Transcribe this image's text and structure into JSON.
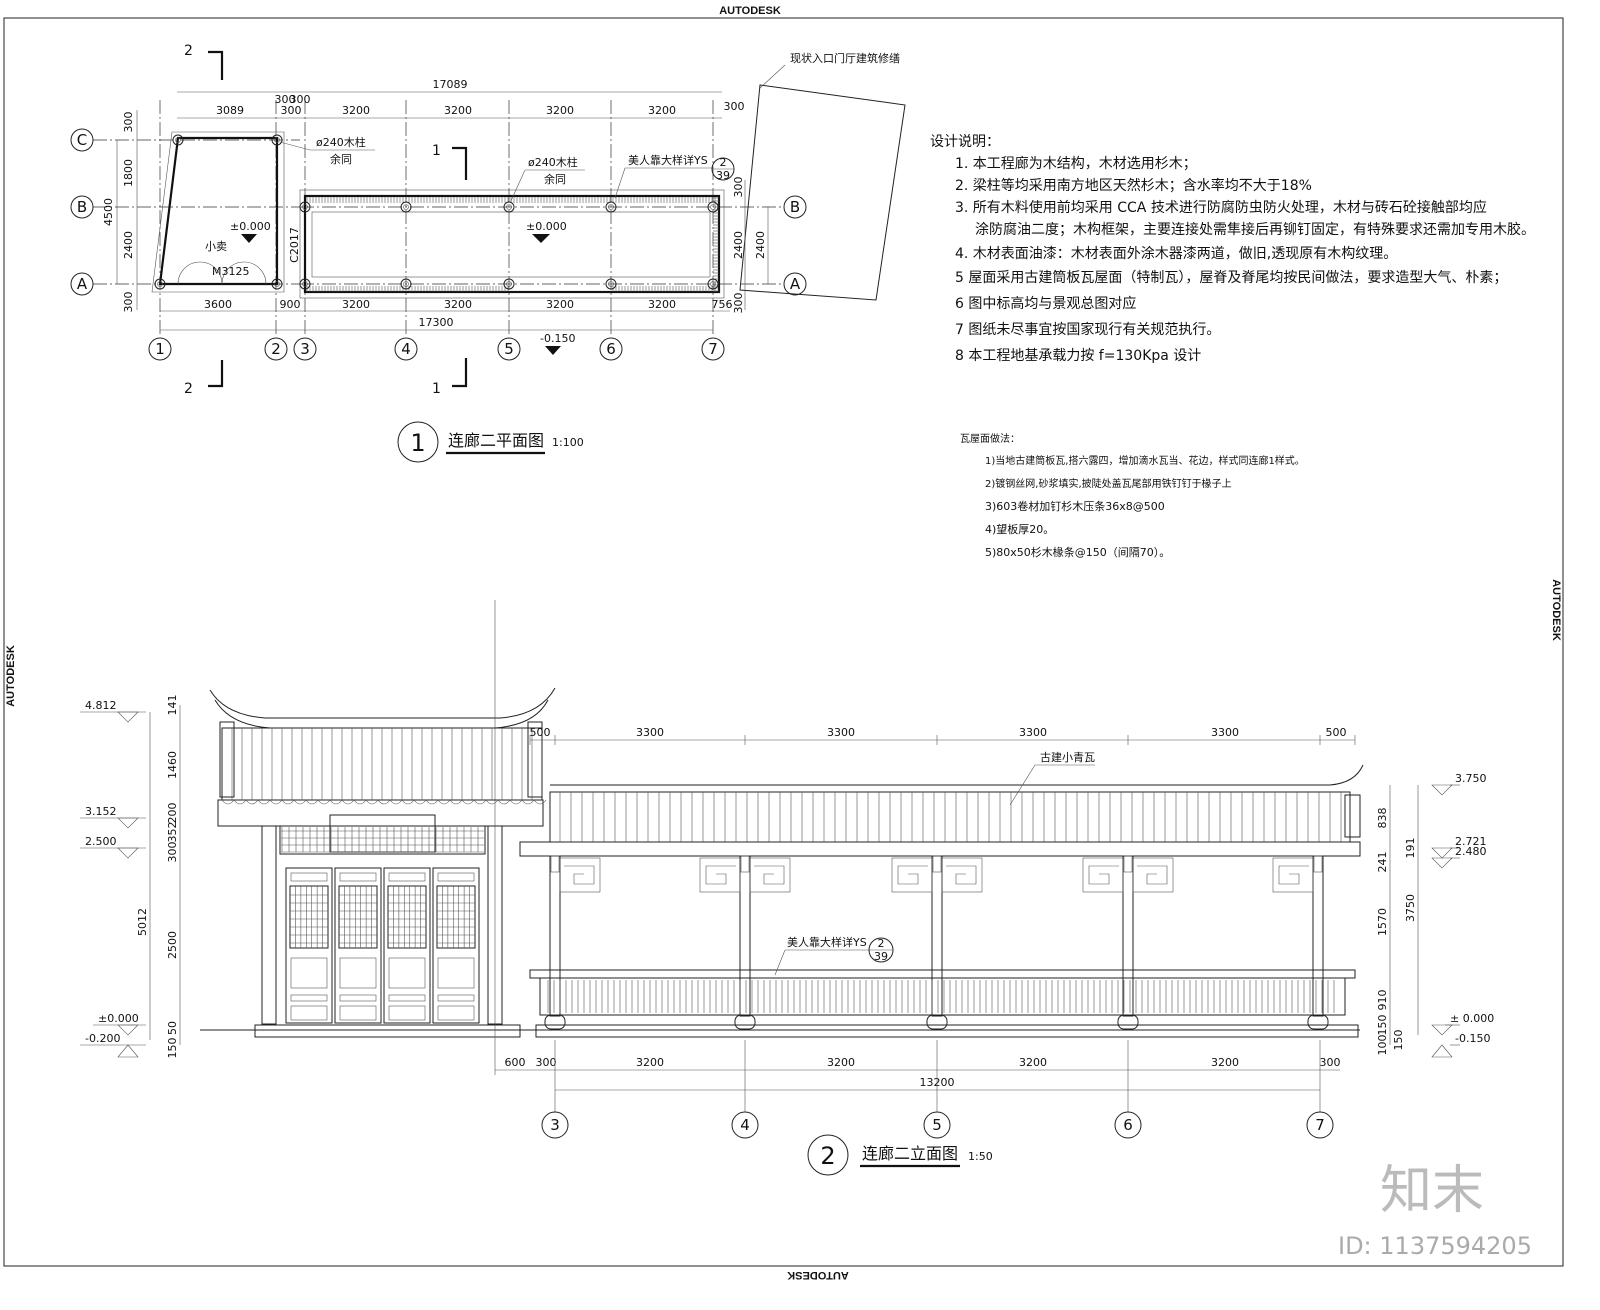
{
  "frame": {
    "brand": "AUTODESK"
  },
  "plan": {
    "title_number": "1",
    "title": "连廊二平面图",
    "scale": "1:100",
    "existing_building_note": "现状入口门厅建筑修缮",
    "column_note_1": "ø240木柱",
    "column_note_2": "余同",
    "bench_note": "美人靠大样详YS",
    "detail_ref": {
      "num": "2",
      "sheet": "39"
    },
    "kiosk_label": "小卖",
    "door_label": "M3125",
    "window_label": "C2017",
    "level_kiosk": "±0.000",
    "level_corridor": "±0.000",
    "level_outside": "-0.150",
    "section_marks": [
      "2",
      "2",
      "1",
      "1"
    ],
    "grid_columns": [
      "1",
      "2",
      "3",
      "4",
      "5",
      "6",
      "7"
    ],
    "grid_rows": [
      "C",
      "B",
      "A"
    ],
    "grid_rows_right": [
      "B",
      "A"
    ],
    "dims_total_top": "17089",
    "dims_top": [
      "3089",
      "300",
      "300",
      "300",
      "3200",
      "3200",
      "3200",
      "3200",
      "300"
    ],
    "dims_bottom": [
      "3600",
      "900",
      "3200",
      "3200",
      "3200",
      "3200",
      "756"
    ],
    "dims_total_bottom": "17300",
    "dims_left": [
      "300",
      "1800",
      "2400",
      "300"
    ],
    "dims_left_total": "4500",
    "dims_right": [
      "300",
      "2400",
      "2400",
      "300"
    ]
  },
  "notes": {
    "heading": "设计说明：",
    "items": [
      "1. 本工程廊为木结构，木材选用杉木；",
      "2. 梁柱等均采用南方地区天然杉木；含水率均不大于18%",
      "3. 所有木料使用前均采用 CCA 技术进行防腐防虫防火处理，木材与砖石砼接触部均应",
      "涂防腐油二度；木构框架，主要连接处需隼接后再铆钉固定，有特殊要求还需加专用木胶。",
      "4. 木材表面油漆：木材表面外涂木器漆两道，做旧,透现原有木构纹理。",
      "5  屋面采用古建筒板瓦屋面（特制瓦），屋脊及脊尾均按民间做法，要求造型大气、朴素；",
      "6  图中标高均与景观总图对应",
      "7  图纸未尽事宜按国家现行有关规范执行。",
      "8  本工程地基承载力按 f=130Kpa 设计"
    ]
  },
  "roof_notes": {
    "heading": "瓦屋面做法：",
    "items": [
      "1)当地古建筒板瓦,搭六露四，增加滴水瓦当、花边，样式同连廊1样式。",
      "2)镀钢丝网,砂浆填实,披陡处盖瓦尾部用铁钉钉于椽子上",
      "3)603卷材加钉杉木压条36x8@500",
      "4)望板厚20。",
      "5)80x50杉木椽条@150（间隔70）。"
    ]
  },
  "elevation": {
    "title_number": "2",
    "title": "连廊二立面图",
    "scale": "1:50",
    "roof_label": "古建小青瓦",
    "bench_note": "美人靠大样详YS",
    "detail_ref": {
      "num": "2",
      "sheet": "39"
    },
    "levels_left": [
      "4.812",
      "3.152",
      "2.500",
      "±0.000",
      "-0.200"
    ],
    "levels_right": [
      "3.750",
      "2.721",
      "2.480",
      "± 0.000",
      "-0.150"
    ],
    "dims_left_inner": [
      "141",
      "1460",
      "200",
      "300",
      "352",
      "2500",
      "50",
      "150"
    ],
    "dims_left_total": "5012",
    "dims_top": [
      "500",
      "3300",
      "3300",
      "3300",
      "3300",
      "500"
    ],
    "dims_bottom": [
      "600",
      "300",
      "3200",
      "3200",
      "3200",
      "3200",
      "300"
    ],
    "dims_total_bottom": "13200",
    "dims_right": [
      "838",
      "191",
      "241",
      "1570",
      "910",
      "150",
      "100",
      "150"
    ],
    "dims_right_total": "3750",
    "grid_columns": [
      "3",
      "4",
      "5",
      "6",
      "7"
    ]
  },
  "watermark": {
    "logo": "知末",
    "id": "ID: 1137594205"
  }
}
